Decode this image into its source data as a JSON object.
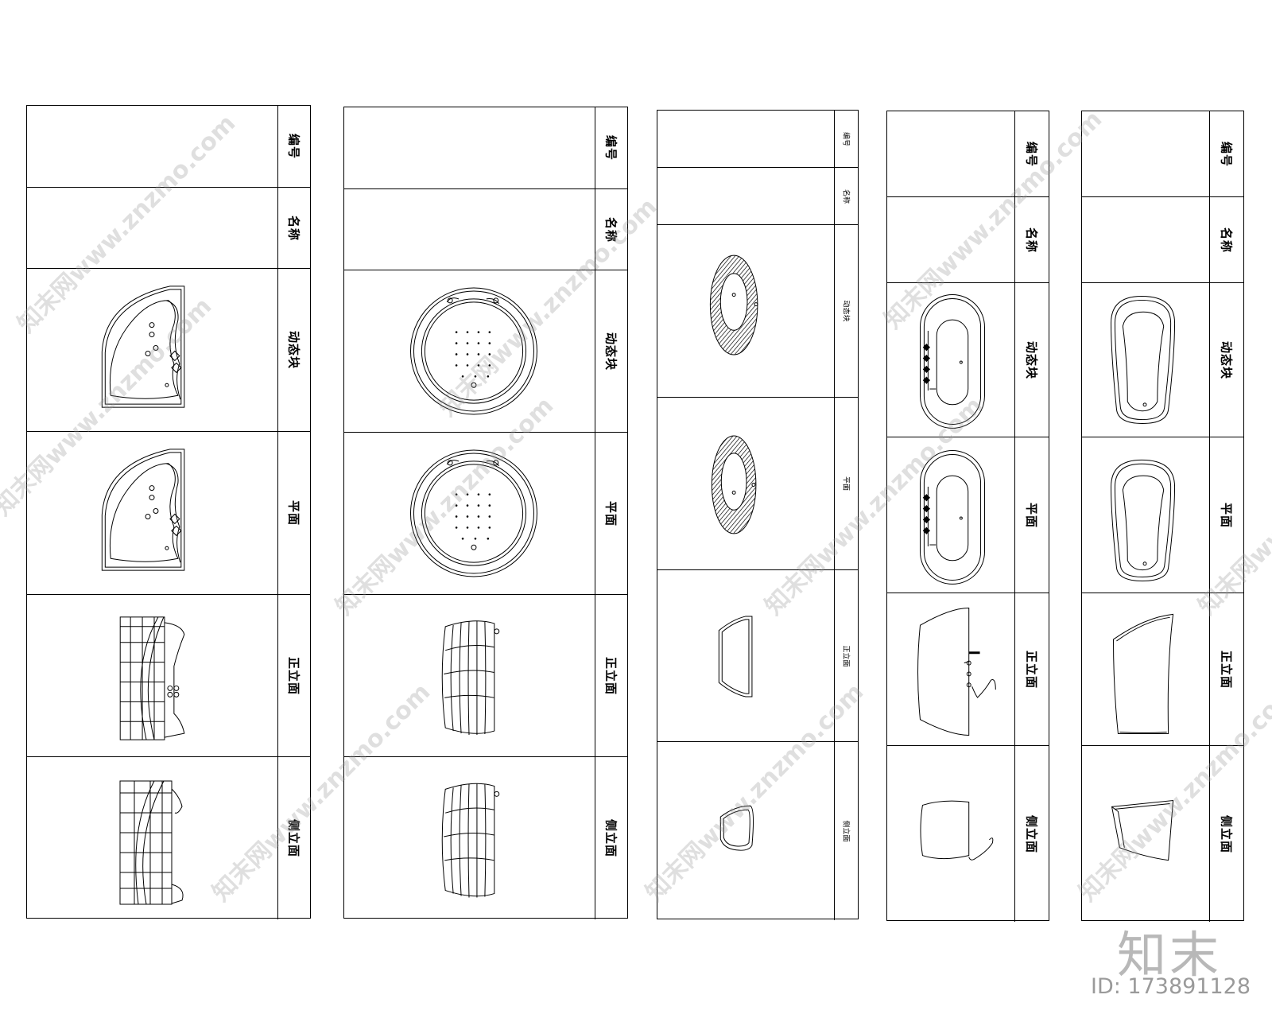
{
  "sheets": [
    {
      "labels": [
        "编号",
        "名称",
        "动态块",
        "平面",
        "正立面",
        "侧立面"
      ]
    },
    {
      "labels": [
        "编号",
        "名称",
        "动态块",
        "平面",
        "正立面",
        "侧立面"
      ]
    },
    {
      "labels": [
        "编号",
        "名称",
        "动态块",
        "平面",
        "正立面",
        "侧立面"
      ]
    },
    {
      "labels": [
        "编号",
        "名称",
        "动态块",
        "平面",
        "正立面",
        "侧立面"
      ]
    },
    {
      "labels": [
        "编号",
        "名称",
        "动态块",
        "平面",
        "正立面",
        "侧立面"
      ]
    }
  ],
  "watermark": {
    "text": "知末网www.znzmo.com"
  },
  "brand": {
    "logo": "知末",
    "id": "ID: 173891128"
  }
}
